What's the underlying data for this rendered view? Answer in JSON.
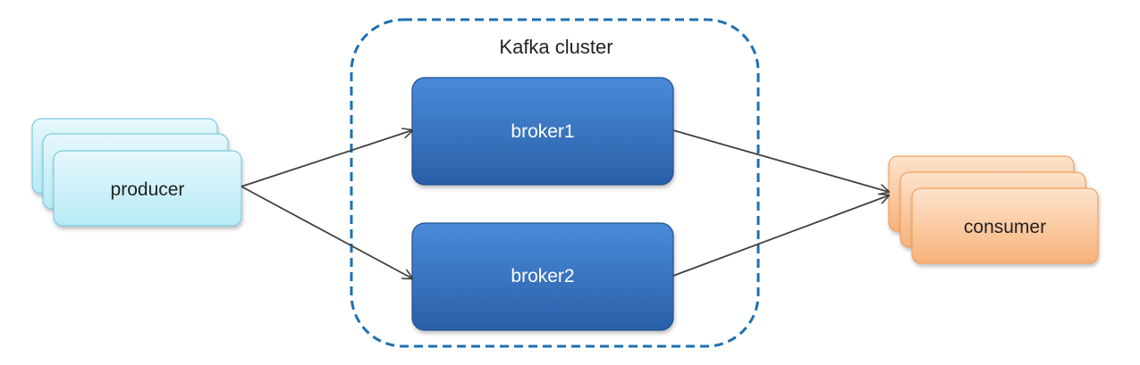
{
  "cluster": {
    "label": "Kafka cluster",
    "border_color": "#1f6fb2"
  },
  "producer": {
    "label": "producer",
    "fill_top": "#e6f8fc",
    "fill_bottom": "#b7eaf6",
    "stroke": "#7fcbe0"
  },
  "brokers": [
    {
      "label": "broker1"
    },
    {
      "label": "broker2"
    }
  ],
  "broker_style": {
    "fill_top": "#4a8ad8",
    "fill_bottom": "#2a5fa8",
    "stroke": "#24528f"
  },
  "consumer": {
    "label": "consumer",
    "fill_top": "#fde3cc",
    "fill_bottom": "#f8b27a",
    "stroke": "#f2a060"
  },
  "arrow_color": "#404040"
}
